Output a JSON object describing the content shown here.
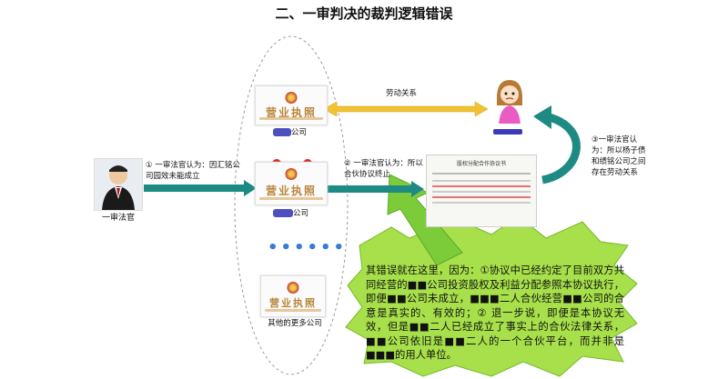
{
  "title": "二、一审判决的裁判逻辑错误",
  "judge": {
    "label": "一审法官"
  },
  "license": {
    "text": "营业执照"
  },
  "company_top": {
    "suffix": "公司"
  },
  "company_mid": {
    "suffix": "公司"
  },
  "company_bottom": {
    "label": "其他的更多公司"
  },
  "dots": "••••••",
  "labor_relation": "劳动关系",
  "finding1": "① 一审法官认为：因汇铭公司园效未能成立",
  "finding2": "② 一审法官认为：所以合伙协议终止",
  "finding3": "③一审法官认为：所以杨子债和绩铭公司之间存在劳动关系",
  "agreement_doc": {
    "title": "股权分配合作协议书"
  },
  "error_text": "其错误就在这里，因为：①协议中已经约定了目前双方共同经营的■■公司投资股权及利益分配参照本协议执行，即便■■公司未成立，■■■二人合伙经营■■公司的合意是真实的、有效的；② 退一步说，即便是本协议无效，但是■■二人已经成立了事实上的合伙法律关系，■■公司依旧是■■二人的一个合伙平台，而并非是■■■的用人单位。",
  "colors": {
    "teal_arrow": "#1e8a84",
    "yellow_arrow": "#f1c232",
    "green_burst": "#a7e04a",
    "green_arrow": "#7ccc3a",
    "red_x": "#e21b1b",
    "redaction": "#3b3bb8"
  },
  "icons": [
    "judge-avatar",
    "person-avatar",
    "red-x-icon",
    "business-license"
  ]
}
